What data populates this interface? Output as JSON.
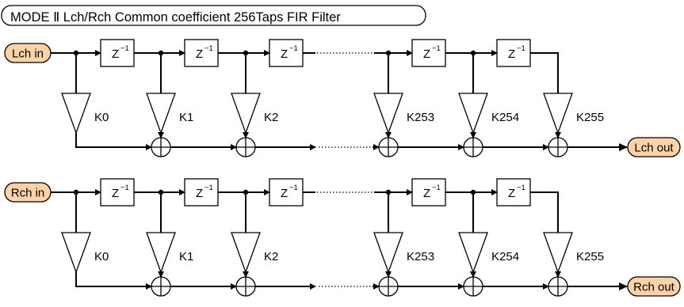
{
  "title": "MODE Ⅱ Lch/Rch Common coefficient 256Taps FIR Filter",
  "delay_label": "Z",
  "delay_exponent": "−1",
  "coefficients": [
    "K0",
    "K1",
    "K2",
    "K253",
    "K254",
    "K255"
  ],
  "channels": [
    {
      "input": "Lch in",
      "output": "Lch out"
    },
    {
      "input": "Rch in",
      "output": "Rch out"
    }
  ],
  "colors": {
    "terminal_fill": "#fcd2a8",
    "line": "#000000"
  }
}
